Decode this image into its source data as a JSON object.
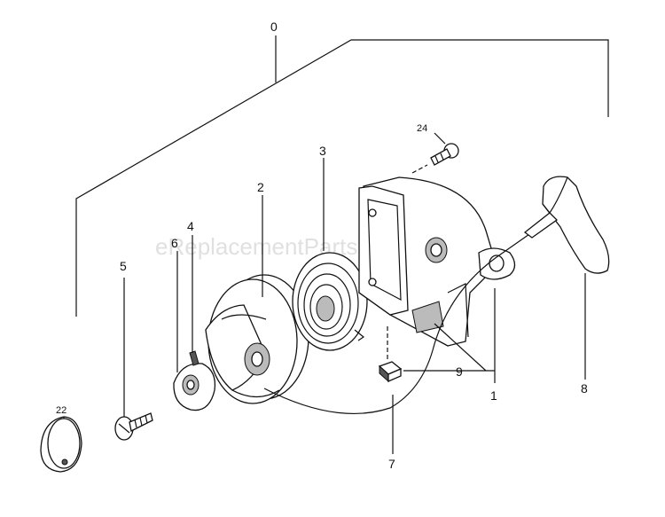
{
  "watermark": "eReplacementParts.com",
  "labels": {
    "p0": "0",
    "p1": "1",
    "p2": "2",
    "p3": "3",
    "p4": "4",
    "p5": "5",
    "p6": "6",
    "p7": "7",
    "p8": "8",
    "p9": "9",
    "p22": "22",
    "p24": "24"
  }
}
